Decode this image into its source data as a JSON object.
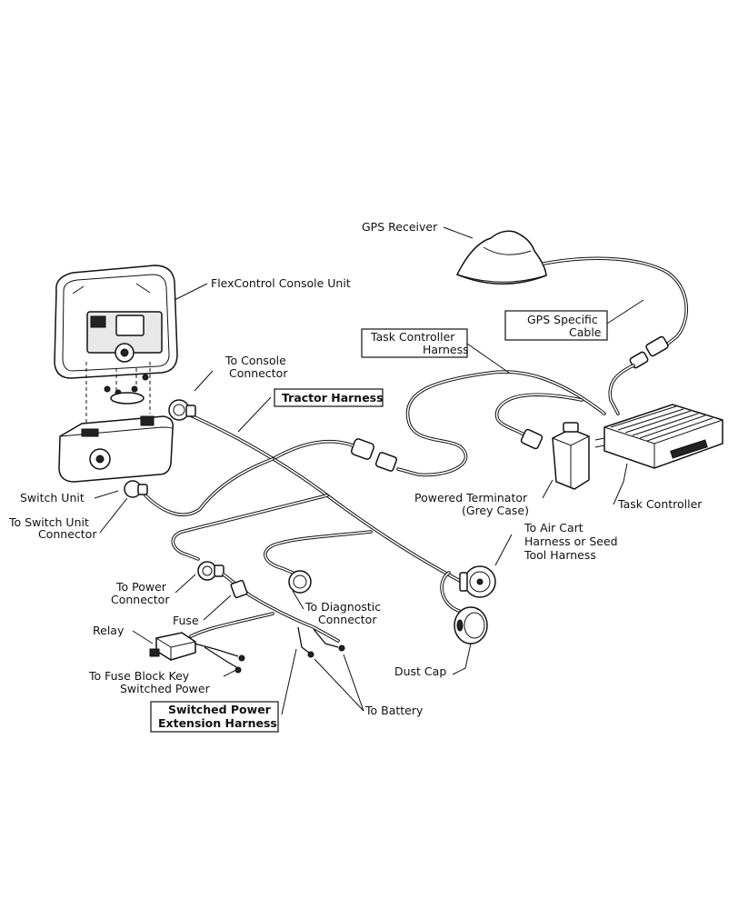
{
  "labels": {
    "gps_receiver": "GPS Receiver",
    "flexcontrol": "FlexControl Console Unit",
    "gps_cable_1": "GPS Specific",
    "gps_cable_2": "Cable",
    "tc_harness_1": "Task Controller",
    "tc_harness_2": "Harness",
    "to_console_1": "To Console",
    "to_console_2": "Connector",
    "tractor_harness": "Tractor Harness",
    "switch_unit": "Switch Unit",
    "to_switch_1": "To Switch Unit",
    "to_switch_2": "Connector",
    "powered_term_1": "Powered Terminator",
    "powered_term_2": "(Grey Case)",
    "task_controller": "Task Controller",
    "air_cart_1": "To Air Cart",
    "air_cart_2": "Harness or Seed",
    "air_cart_3": "Tool Harness",
    "to_power_1": "To Power",
    "to_power_2": "Connector",
    "diag_1": "To Diagnostic",
    "diag_2": "Connector",
    "fuse": "Fuse",
    "relay": "Relay",
    "fuse_block_1": "To Fuse Block Key",
    "fuse_block_2": "Switched Power",
    "dust_cap": "Dust Cap",
    "switched_ext_1": "Switched Power",
    "switched_ext_2": "Extension Harness",
    "battery": "To Battery"
  }
}
